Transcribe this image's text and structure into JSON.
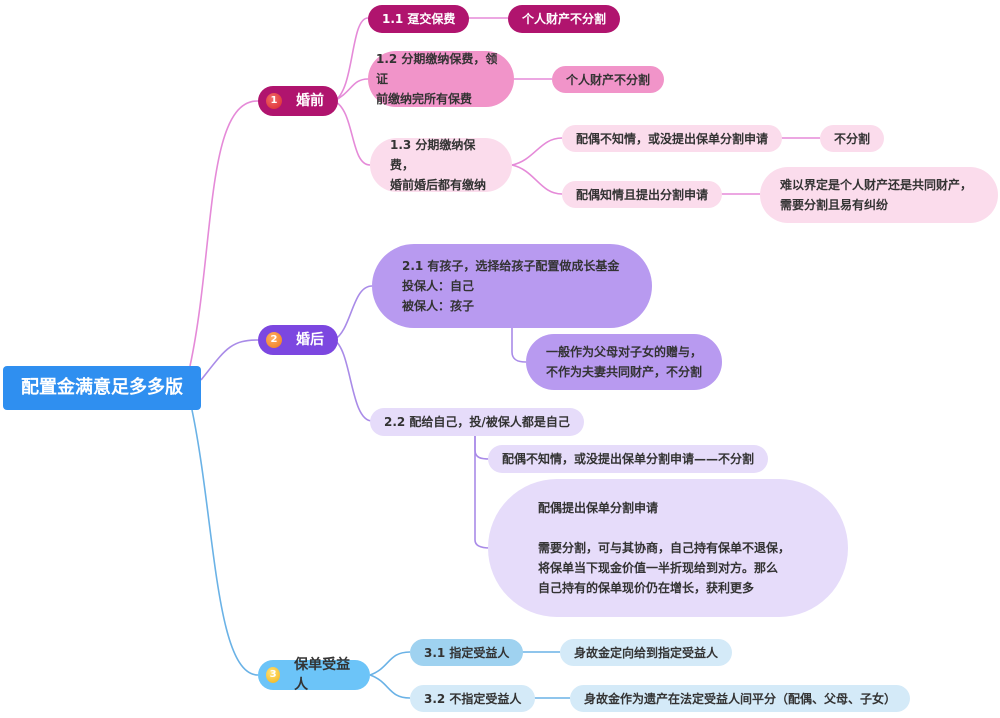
{
  "root": {
    "label": "配置金满意足多多版"
  },
  "colors": {
    "root": "#2f8ff0",
    "branch1": "#b0146e",
    "branch1_light": "#f194c9",
    "branch1_pale": "#fbdcec",
    "branch1_line": "#e58ad8",
    "branch2": "#7c47e0",
    "branch2_mid": "#b89af0",
    "branch2_pale": "#e6dcfa",
    "branch2_line": "#a98be8",
    "branch3": "#6cc4f8",
    "branch3_mid": "#9fd2f0",
    "branch3_pale": "#d4eaf8",
    "branch3_line": "#6ab2e6"
  },
  "branches": [
    {
      "number": "1",
      "label": "婚前",
      "children": [
        {
          "label": "1.1  趸交保费",
          "children": [
            {
              "label": "个人财产不分割"
            }
          ]
        },
        {
          "label": "1.2 分期缴纳保费，领证\n前缴纳完所有保费",
          "children": [
            {
              "label": "个人财产不分割"
            }
          ]
        },
        {
          "label": "1.3 分期缴纳保费，\n婚前婚后都有缴纳",
          "children": [
            {
              "label": "配偶不知情，或没提出保单分割申请",
              "children": [
                {
                  "label": "不分割"
                }
              ]
            },
            {
              "label": "配偶知情且提出分割申请",
              "children": [
                {
                  "label": "难以界定是个人财产还是共同财产，\n需要分割且易有纠纷"
                }
              ]
            }
          ]
        }
      ]
    },
    {
      "number": "2",
      "label": "婚后",
      "children": [
        {
          "label": "2.1 有孩子，选择给孩子配置做成长基金\n投保人：自己\n被保人：孩子",
          "children": [
            {
              "label": "一般作为父母对子女的赠与，\n不作为夫妻共同财产，不分割"
            }
          ]
        },
        {
          "label": "2.2 配给自己，投/被保人都是自己",
          "children": [
            {
              "label": "配偶不知情，或没提出保单分割申请——不分割"
            },
            {
              "label": "配偶提出保单分割申请\n\n需要分割，可与其协商，自己持有保单不退保，\n将保单当下现金价值一半折现给到对方。那么\n自己持有的保单现价仍在增长，获利更多"
            }
          ]
        }
      ]
    },
    {
      "number": "3",
      "label": "保单受益人",
      "children": [
        {
          "label": "3.1 指定受益人",
          "children": [
            {
              "label": "身故金定向给到指定受益人"
            }
          ]
        },
        {
          "label": "3.2 不指定受益人",
          "children": [
            {
              "label": "身故金作为遗产在法定受益人间平分（配偶、父母、子女）"
            }
          ]
        }
      ]
    }
  ]
}
